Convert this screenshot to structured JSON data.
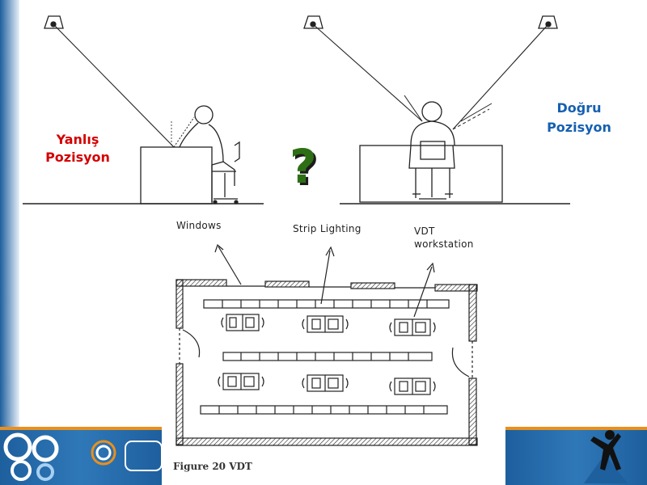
{
  "labels": {
    "wrong_line1": "Yanlış",
    "wrong_line2": "Pozisyon",
    "right_line1": "Doğru",
    "right_line2": "Pozisyon",
    "question": "?"
  },
  "plan": {
    "windows": "Windows",
    "strip_lighting": "Strip Lighting",
    "vdt_line1": "VDT",
    "vdt_line2": "workstation",
    "caption": "Figure 20   VDT"
  },
  "colors": {
    "wrong": "#d40000",
    "right": "#1560b0",
    "question": "#2e6f16",
    "footer_blue": "#1e5f9e",
    "footer_light": "#6aa6d8",
    "footer_orange": "#e8901e"
  },
  "icons": {
    "logo": "person-figure-logo"
  }
}
